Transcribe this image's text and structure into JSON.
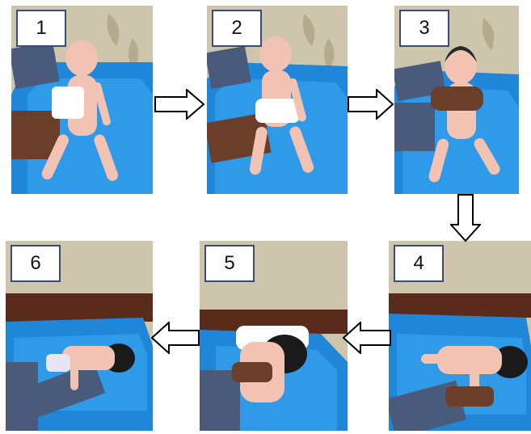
{
  "steps": [
    {
      "label": "1",
      "pose": "upright-diaper-held"
    },
    {
      "label": "2",
      "pose": "upright-diaper-removed"
    },
    {
      "label": "3",
      "pose": "upright-held-by-chest"
    },
    {
      "label": "4",
      "pose": "prone-turned"
    },
    {
      "label": "5",
      "pose": "prone-washing-back"
    },
    {
      "label": "6",
      "pose": "prone-lifting-out"
    }
  ],
  "arrows": [
    {
      "from": "1",
      "to": "2",
      "direction": "right"
    },
    {
      "from": "2",
      "to": "3",
      "direction": "right"
    },
    {
      "from": "3",
      "to": "4",
      "direction": "down"
    },
    {
      "from": "4",
      "to": "5",
      "direction": "left"
    },
    {
      "from": "5",
      "to": "6",
      "direction": "left"
    }
  ],
  "colors": {
    "wallpaper": "#cdc6ad",
    "wallpaper_leaf": "#b4ab8c",
    "tub": "#1f86d8",
    "tub_dark": "#0f5fa8",
    "doll_skin": "#f2c3b2",
    "doll_hair": "#2a2a2a",
    "sleeve": "#4a5a7a",
    "hand": "#6b3e2a",
    "label_border": "#3b4a7a"
  }
}
